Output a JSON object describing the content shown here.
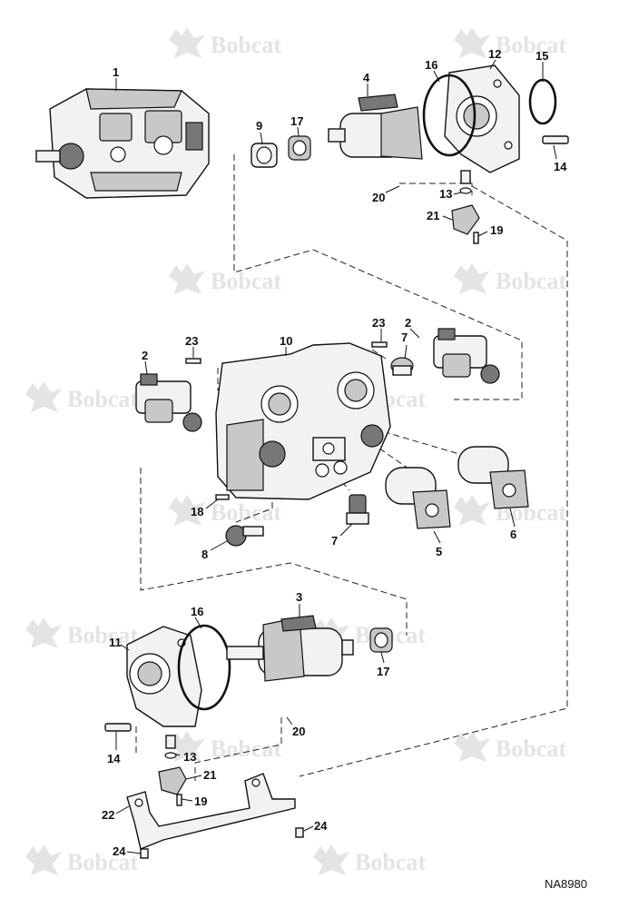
{
  "watermark": {
    "brand": "Bobcat"
  },
  "drawing_ref": "NA8980",
  "callouts": {
    "c1": "1",
    "c2a": "2",
    "c2b": "2",
    "c3": "3",
    "c4": "4",
    "c5": "5",
    "c6": "6",
    "c7a": "7",
    "c7b": "7",
    "c8": "8",
    "c9": "9",
    "c10": "10",
    "c11": "11",
    "c12": "12",
    "c13a": "13",
    "c13b": "13",
    "c14a": "14",
    "c14b": "14",
    "c15": "15",
    "c16a": "16",
    "c16b": "16",
    "c17a": "17",
    "c17b": "17",
    "c18": "18",
    "c19a": "19",
    "c19b": "19",
    "c20a": "20",
    "c20b": "20",
    "c21a": "21",
    "c21b": "21",
    "c22": "22",
    "c23a": "23",
    "c23b": "23",
    "c24a": "24",
    "c24b": "24"
  }
}
